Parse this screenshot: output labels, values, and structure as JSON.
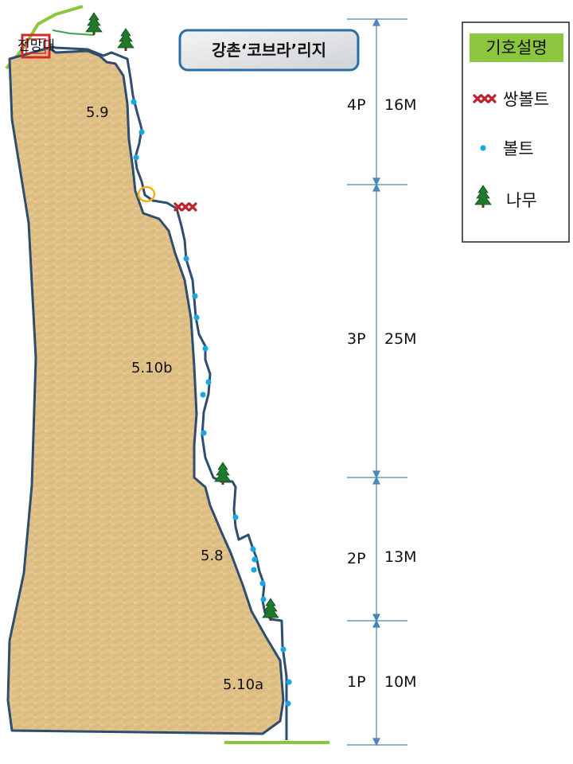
{
  "title": "강촌‘코브라’리지",
  "summit_label": "전망대",
  "legend": {
    "header": "기호설명",
    "items": [
      {
        "symbol": "double-bolt",
        "label": "쌍볼트"
      },
      {
        "symbol": "bolt",
        "label": "볼트"
      },
      {
        "symbol": "tree",
        "label": "나무"
      }
    ]
  },
  "pitches": [
    {
      "pitch": "4P",
      "length": "16M",
      "grade": "5.9"
    },
    {
      "pitch": "3P",
      "length": "25M",
      "grade": "5.10b"
    },
    {
      "pitch": "2P",
      "length": "13M",
      "grade": "5.8"
    },
    {
      "pitch": "1P",
      "length": "10M",
      "grade": "5.10a"
    }
  ],
  "colors": {
    "rock_fill": "#e3c48e",
    "rock_outline": "#2f4d6e",
    "route_line": "#2f4d6e",
    "bolt": "#1aa6e0",
    "double_bolt": "#c0232b",
    "tree": "#1f7a2b",
    "ground": "#8cc63f",
    "legend_header_bg": "#8cc63f",
    "dimension_line": "#4a86b8",
    "title_border": "#2a6ea6"
  }
}
